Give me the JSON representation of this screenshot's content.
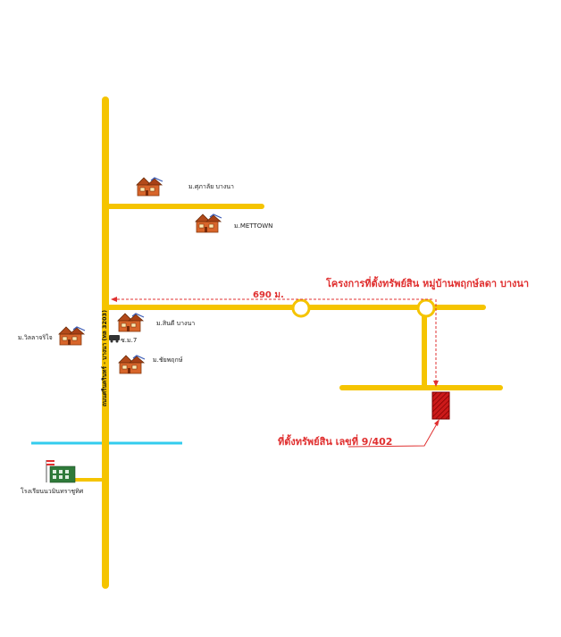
{
  "main_road": {
    "label": "ถนนศรีนครินทร์ - บางนา (ทล 3203)"
  },
  "villages": [
    {
      "id": "v1",
      "label": "ม.ศุภาลัย บางนา"
    },
    {
      "id": "v2",
      "label": "ม.METTOWN"
    },
    {
      "id": "v3",
      "label": "ม.สินดี บางนา"
    },
    {
      "id": "v4",
      "label": "ม.วิลลาจริไจ"
    },
    {
      "id": "v5",
      "label": "ม.ชัยพฤกษ์"
    }
  ],
  "alley": {
    "label": "ซ.ม.7"
  },
  "school": {
    "label": "โรงเรียนนวมินทราชูทิศ"
  },
  "distance": {
    "label": "690 ม."
  },
  "project": {
    "title": "โครงการที่ตั้งทรัพย์สิน หมู่บ้านพฤกษ์ลดา บางนา"
  },
  "property": {
    "label": "ที่ตั้งทรัพย์สิน เลขที่ 9/402"
  },
  "colors": {
    "road": "#f5c400",
    "canal": "#33ccee",
    "accent": "#e03030",
    "house_roof": "#b34a1a",
    "house_wall": "#d8652a",
    "property_fill": "#cc1a1a"
  }
}
